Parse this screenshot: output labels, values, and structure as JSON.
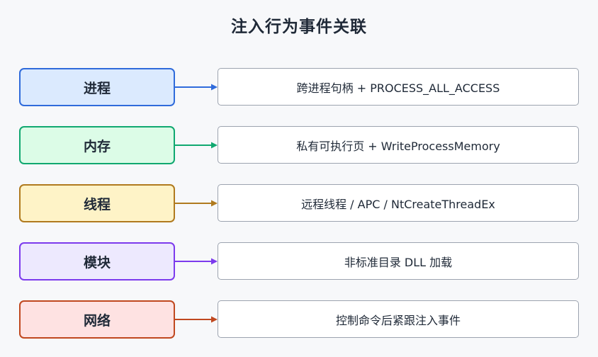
{
  "title": "注入行为事件关联",
  "rows": [
    {
      "category": "进程",
      "description": "跨进程句柄 + PROCESS_ALL_ACCESS",
      "fill": "#dbeafe",
      "border": "#2f6bdb",
      "arrow": "#2f6bdb"
    },
    {
      "category": "内存",
      "description": "私有可执行页 + WriteProcessMemory",
      "fill": "#dcfce7",
      "border": "#10a870",
      "arrow": "#10a870"
    },
    {
      "category": "线程",
      "description": "远程线程 / APC / NtCreateThreadEx",
      "fill": "#fef3c7",
      "border": "#b07a1e",
      "arrow": "#b07a1e"
    },
    {
      "category": "模块",
      "description": "非标准目录 DLL 加载",
      "fill": "#ede9fe",
      "border": "#7c3aed",
      "arrow": "#7c3aed"
    },
    {
      "category": "网络",
      "description": "控制命令后紧跟注入事件",
      "fill": "#fee2e2",
      "border": "#c0481f",
      "arrow": "#c0481f"
    }
  ]
}
